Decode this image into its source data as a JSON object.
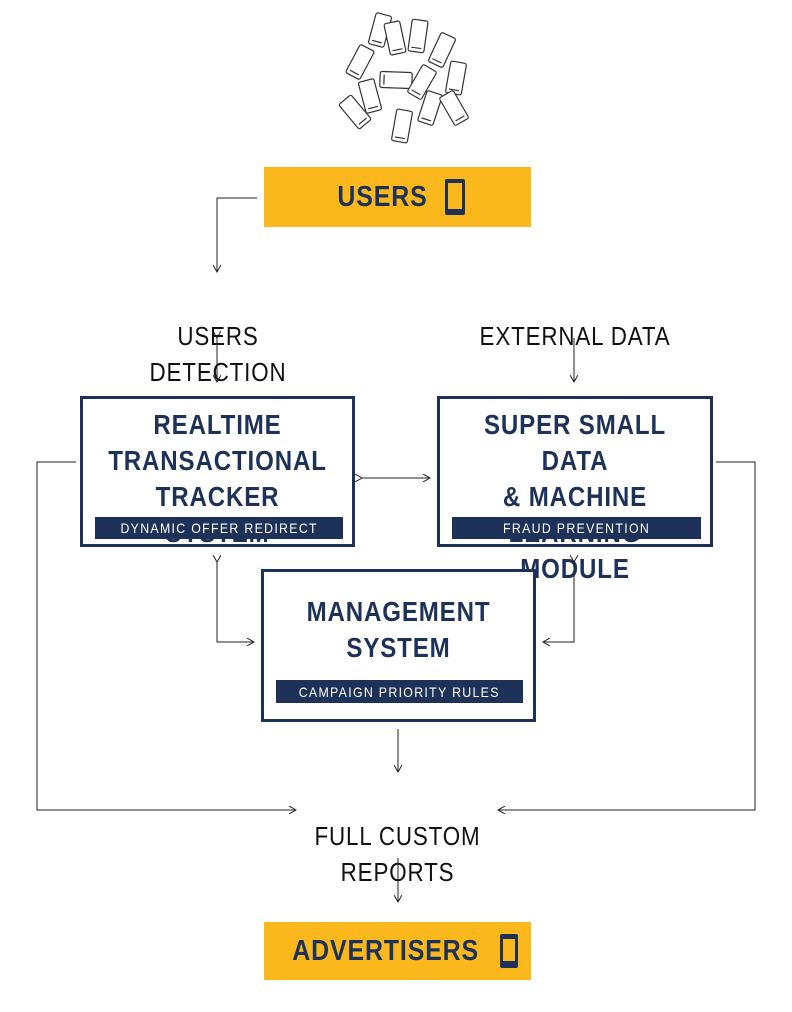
{
  "users_box": {
    "label": "USERS"
  },
  "users_detection": {
    "label": "USERS DETECTION"
  },
  "external_data": {
    "label": "EXTERNAL DATA"
  },
  "tracker": {
    "title": "REALTIME\nTRANSACTIONAL\nTRACKER SYSTEM",
    "subtitle": "DYNAMIC OFFER REDIRECT"
  },
  "ml_module": {
    "title": "SUPER SMALL DATA\n& MACHINE\nLEARNING MODULE",
    "subtitle": "FRAUD PREVENTION"
  },
  "management": {
    "title": "MANAGEMENT\nSYSTEM",
    "subtitle": "CAMPAIGN PRIORITY RULES"
  },
  "reports": {
    "label": "FULL CUSTOM\nREPORTS"
  },
  "advertisers_box": {
    "label": "ADVERTISERS"
  },
  "colors": {
    "navy": "#1e3259",
    "yellow": "#fbb81c",
    "line": "#222222"
  },
  "icons": [
    "phone-cluster-icon",
    "phone-icon"
  ]
}
